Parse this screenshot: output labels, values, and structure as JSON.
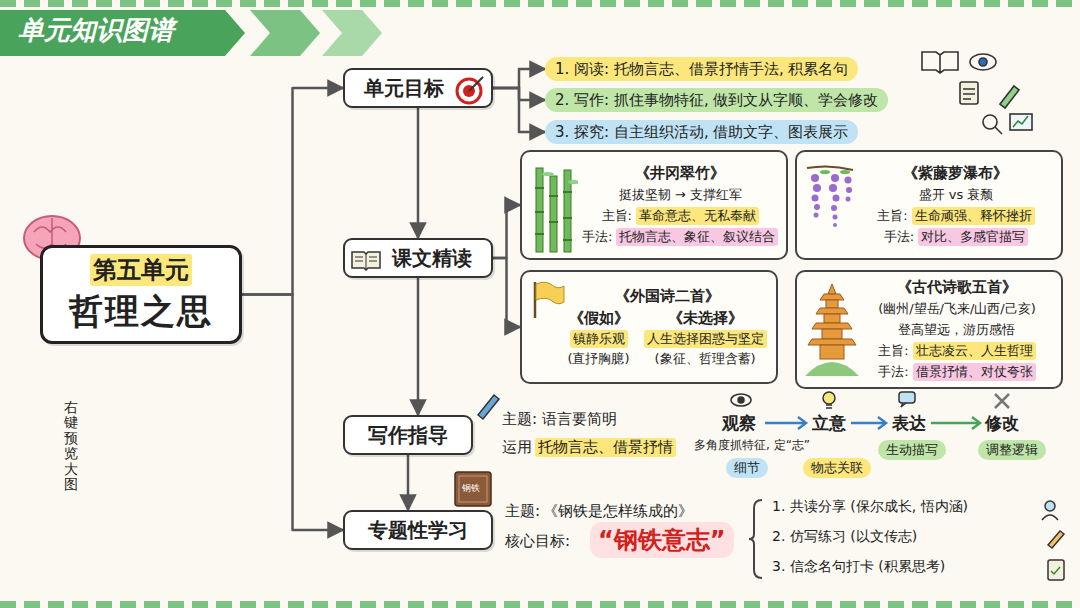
{
  "diagram": {
    "title": "单元知识图谱",
    "nodes": [
      {
        "text": [
          "第五单元",
          "哲理之思"
        ]
      },
      {
        "text": [
          "单元目标"
        ]
      },
      {
        "text": [
          "1. 阅读: 托物言志、借景抒情手法, 积累名句"
        ]
      },
      {
        "text": [
          "2. 写作: 抓住事物特征, 做到文从字顺、学会修改"
        ]
      },
      {
        "text": [
          "3. 探究: 自主组织活动, 借助文字、图表展示"
        ]
      },
      {
        "text": [
          "课文精读"
        ]
      },
      {
        "text": [
          "《井冈翠竹》",
          "挺拔坚韧 → 支撑红军",
          "主旨:",
          "革命意志、无私奉献",
          "手法:",
          "托物言志、象征、叙议结合"
        ]
      },
      {
        "text": [
          "《紫藤萝瀑布》",
          "盛开 vs 衰颓",
          "主旨:",
          "生命顽强、释怀挫折",
          "手法:",
          "对比、多感官描写"
        ]
      },
      {
        "text": [
          "《外国诗二首》",
          "《假如》",
          "镇静乐观",
          "(直抒胸臆)",
          "《未选择》",
          "人生选择困惑与坚定",
          "(象征、哲理含蓄)"
        ]
      },
      {
        "text": [
          "《古代诗歌五首》",
          "(幽州/望岳/飞来/山西/己亥)",
          "登高望远，游历感悟",
          "主旨:",
          "壮志凌云、人生哲理",
          "手法:",
          "借景抒情、对仗夸张"
        ]
      },
      {
        "text": [
          "写作指导"
        ]
      },
      {
        "text": [
          "细节"
        ]
      },
      {
        "text": [
          "物志关联"
        ]
      },
      {
        "text": [
          "生动描写"
        ]
      },
      {
        "text": [
          "调整逻辑"
        ]
      },
      {
        "text": [
          "专题性学习"
        ]
      },
      {
        "text": [
          "“钢铁意志”"
        ]
      }
    ],
    "edges": [
      {
        "from": 0,
        "to": 1,
        "arrow": "to"
      },
      {
        "from": 0,
        "to": 15,
        "arrow": "to"
      },
      {
        "from": 1,
        "to": 2,
        "arrow": "to"
      },
      {
        "from": 1,
        "to": 3,
        "arrow": "to"
      },
      {
        "from": 1,
        "to": 4,
        "arrow": "to"
      },
      {
        "from": 1,
        "to": 5,
        "arrow": "to"
      },
      {
        "from": 5,
        "to": 6,
        "arrow": "to"
      },
      {
        "from": 5,
        "to": 8,
        "arrow": "to"
      },
      {
        "from": 5,
        "to": 10,
        "arrow": "to"
      },
      {
        "from": 10,
        "to": 15,
        "arrow": "to"
      }
    ],
    "labels": [
      "右键预览大图",
      "主题: 语言要简明",
      "运用",
      "托物言志、借景抒情",
      "观察",
      "立意",
      "表达",
      "修改",
      "多角度抓特征, 定“志”",
      "主题:",
      "《钢铁是怎样练成的》",
      "核心目标:",
      "1. 共读分享 (保尔成长, 悟内涵)",
      "2. 仿写练习 (以文传志)",
      "3. 信念名句打卡 (积累思考)",
      "钢铁"
    ]
  }
}
